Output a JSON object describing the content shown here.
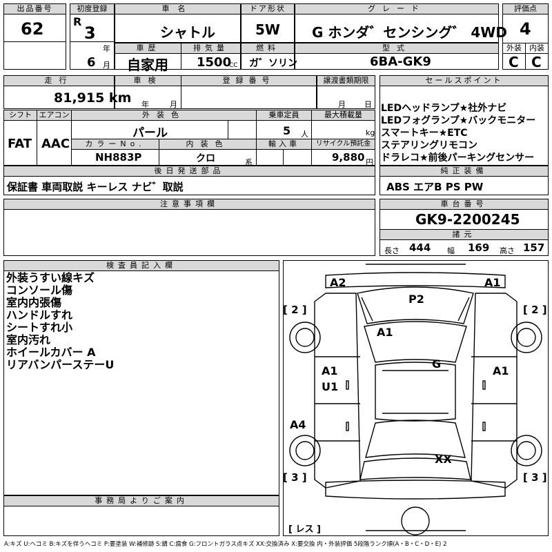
{
  "header": {
    "lot_label": "出品番号",
    "lot": "62",
    "first_reg_label": "初度登録",
    "era": "R",
    "year": "3",
    "year_unit": "年",
    "month": "6",
    "month_unit": "月",
    "car_name_label": "車名",
    "car_name": "シャトル",
    "door_label": "ドア形状",
    "door": "5W",
    "grade_label": "グレード",
    "grade": "G ホンダ゛センシング゛ 4WD",
    "score_label": "評価点",
    "score": "4",
    "history_label": "車歴",
    "history": "自家用",
    "displacement_label": "排気量",
    "displacement": "1500",
    "cc": "CC",
    "fuel_label": "燃料",
    "fuel": "ガ゛ソリン",
    "model_label": "型式",
    "model": "6BA-GK9",
    "ext_label": "外装",
    "int_label": "内装",
    "ext": "C",
    "int": "C"
  },
  "row2": {
    "mileage_label": "走行",
    "mileage": "81,915 km",
    "inspection_label": "車検",
    "insp_year": "年",
    "insp_month": "月",
    "reg_label": "登録番号",
    "transfer_label": "譲渡書類期限",
    "tr_month": "月",
    "tr_day": "日",
    "sales_label": "セールスポイント",
    "sales": [
      "LEDヘッドランプ★社外ナビ",
      "LEDフォグランプ★バックモニター",
      "スマートキー★ETC",
      "ステアリングリモコン",
      "ドラレコ★前後パーキングセンサー"
    ]
  },
  "row3": {
    "shift_label": "シフト",
    "shift": "FAT",
    "ac_label": "エアコン",
    "ac": "AAC",
    "color_label": "外装色",
    "color": "パール",
    "seats_label": "乗車定員",
    "seats": "5",
    "seats_unit": "人",
    "load_label": "最大積載量",
    "load_unit": "kg",
    "color_no_label": "カラーNo.",
    "color_no": "NH883P",
    "int_color_label": "内装色",
    "int_color": "クロ",
    "int_color_unit": "系",
    "import_label": "輸入車",
    "recycle_label": "リサイクル預託金",
    "recycle": "9,880",
    "recycle_unit": "円"
  },
  "later_parts": {
    "label": "後日発送部品",
    "value": "保証書 車両取説 キーレス ナビ゛取説"
  },
  "equipment": {
    "label": "純正装備",
    "value": "ABS エアB PS PW"
  },
  "notes": {
    "label": "注意事項欄",
    "value": ""
  },
  "chassis": {
    "label": "車台番号",
    "value": "GK9-2200245"
  },
  "dims": {
    "label": "諸元",
    "length_label": "長さ",
    "length": "444",
    "width_label": "幅",
    "width": "169",
    "height_label": "高さ",
    "height": "157"
  },
  "inspector": {
    "label": "検査員記入欄",
    "lines": [
      "外装うすい線キズ",
      "コンソール傷",
      "室内内張傷",
      "ハンドルすれ",
      "シートすれ小",
      "室内汚れ",
      "ホイールカバー A",
      "リアバンパーステーU"
    ]
  },
  "diagram": {
    "marks": [
      "A2",
      "A1",
      "P2",
      "A1",
      "G",
      "A1",
      "U1",
      "A1",
      "A4",
      "XX"
    ],
    "tires": [
      "[ 2 ]",
      "[ 2 ]",
      "[ 3 ]",
      "[ 3 ]"
    ],
    "spare": "[ レス ]"
  },
  "office": {
    "label": "事務局よりご案内",
    "value": ""
  },
  "legend": "A:キズ U:ヘコミ B:キズを伴うヘコミ P:要塗装 W:補修跡 S:錆 C:腐食 G:フロントガラス点キズ XX:交換済み X:要交換 内・外装評価 5段階ランク順(A・B・C・D・E) 2"
}
